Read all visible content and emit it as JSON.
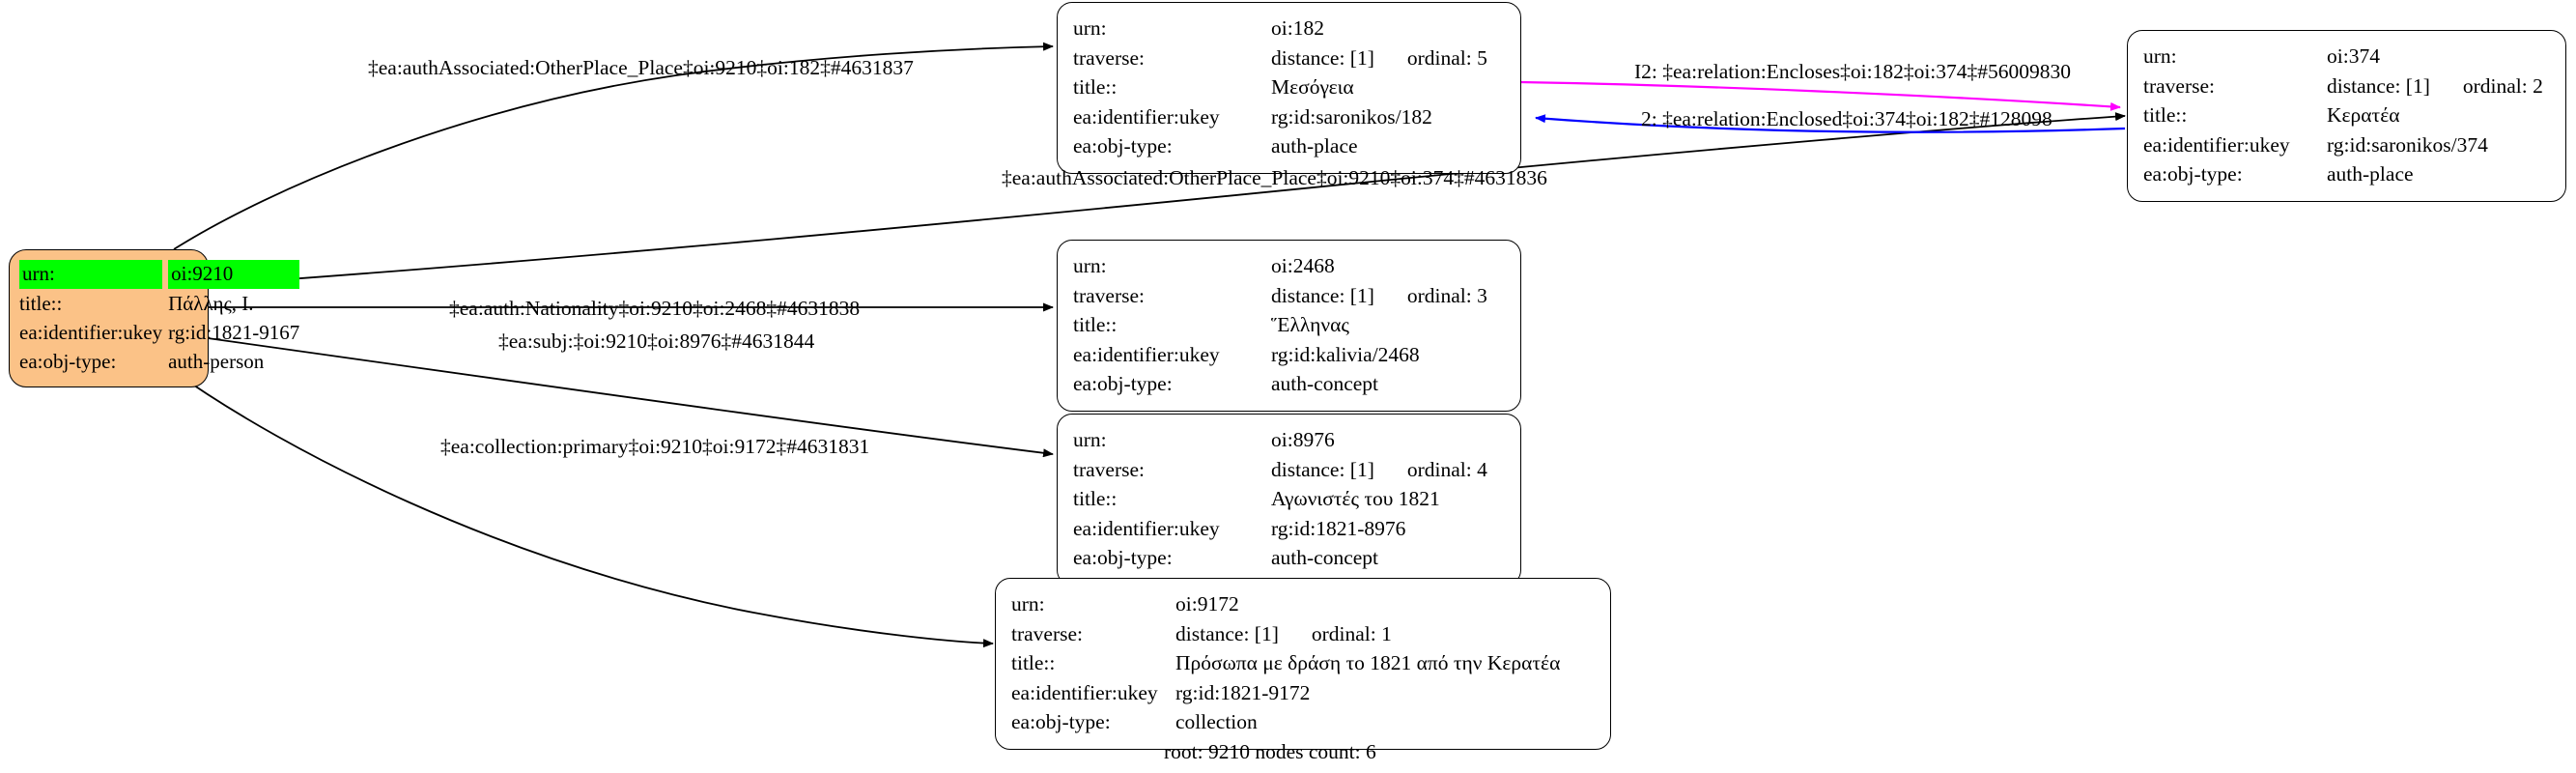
{
  "graph": {
    "footer": "root: 9210 nodes count: 6",
    "field_labels": {
      "urn": "urn:",
      "traverse": "traverse:",
      "title": "title::",
      "ukey": "ea:identifier:ukey",
      "objtype": "ea:obj-type:"
    },
    "colors": {
      "root_fill": "#fbc287",
      "highlight": "#00ff00",
      "node_fill": "#ffffff",
      "node_stroke": "#000000",
      "edge_default": "#000000",
      "edge_encloses": "#ff00ff",
      "edge_enclosed": "#0000ff"
    },
    "nodes": [
      {
        "id": "root-9210",
        "urn": "oi:9210",
        "traverse": "",
        "ordinal": "",
        "title": "Πάλλης, I.",
        "ukey": "rg:id:1821-9167",
        "objtype": "auth-person"
      },
      {
        "id": "node-182",
        "urn": "oi:182",
        "traverse": "distance: [1]",
        "ordinal": "ordinal: 5",
        "title": "Μεσόγεια",
        "ukey": "rg:id:saronikos/182",
        "objtype": "auth-place"
      },
      {
        "id": "node-374",
        "urn": "oi:374",
        "traverse": "distance: [1]",
        "ordinal": "ordinal: 2",
        "title": "Κερατέα",
        "ukey": "rg:id:saronikos/374",
        "objtype": "auth-place"
      },
      {
        "id": "node-2468",
        "urn": "oi:2468",
        "traverse": "distance: [1]",
        "ordinal": "ordinal: 3",
        "title": "Ἕλληνας",
        "ukey": "rg:id:kalivia/2468",
        "objtype": "auth-concept"
      },
      {
        "id": "node-8976",
        "urn": "oi:8976",
        "traverse": "distance: [1]",
        "ordinal": "ordinal: 4",
        "title": "Αγωνιστές του 1821",
        "ukey": "rg:id:1821-8976",
        "objtype": "auth-concept"
      },
      {
        "id": "node-9172",
        "urn": "oi:9172",
        "traverse": "distance: [1]",
        "ordinal": "ordinal: 1",
        "title": "Πρόσωπα με δράση το 1821 από την Κερατέα",
        "ukey": "rg:id:1821-9172",
        "objtype": "collection"
      }
    ],
    "edges": [
      {
        "id": "e-182",
        "label": "‡ea:authAssociated:OtherPlace_Place‡oi:9210‡oi:182‡#4631837"
      },
      {
        "id": "e-374",
        "label": "‡ea:authAssociated:OtherPlace_Place‡oi:9210‡oi:374‡#4631836"
      },
      {
        "id": "e-encloses",
        "label": "I2: ‡ea:relation:Encloses‡oi:182‡oi:374‡#56009830"
      },
      {
        "id": "e-enclosed",
        "label": "2: ‡ea:relation:Enclosed‡oi:374‡oi:182‡#128098"
      },
      {
        "id": "e-2468",
        "label": "‡ea:auth:Nationality‡oi:9210‡oi:2468‡#4631838"
      },
      {
        "id": "e-8976",
        "label": "‡ea:subj:‡oi:9210‡oi:8976‡#4631844"
      },
      {
        "id": "e-9172",
        "label": "‡ea:collection:primary‡oi:9210‡oi:9172‡#4631831"
      }
    ]
  }
}
